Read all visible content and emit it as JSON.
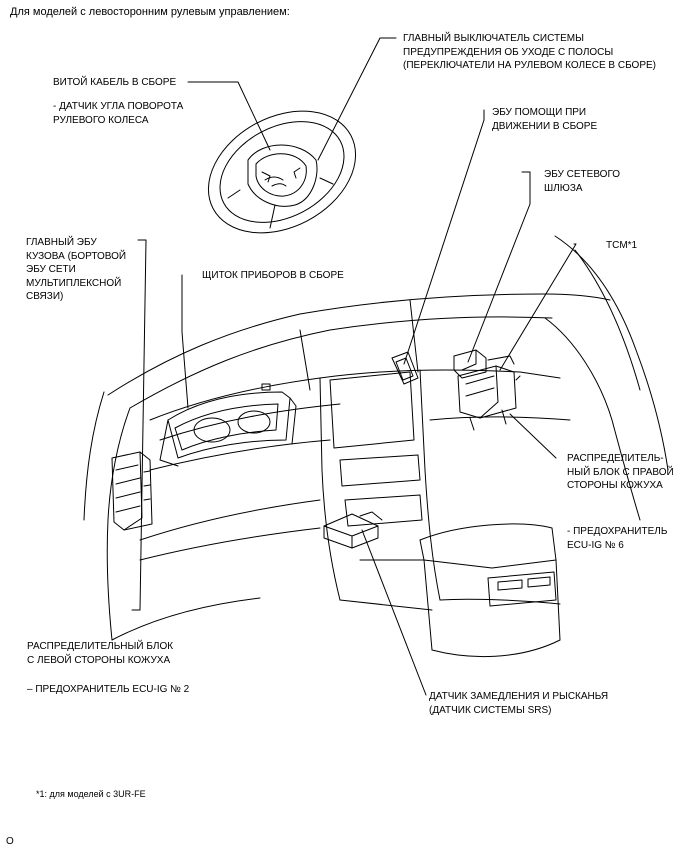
{
  "title": "Для моделей с левосторонним рулевым управлением:",
  "labels": {
    "lane_switch": "ГЛАВНЫЙ ВЫКЛЮЧАТЕЛЬ СИСТЕМЫ\nПРЕДУПРЕЖДЕНИЯ ОБ УХОДЕ С ПОЛОСЫ\n(ПЕРЕКЛЮЧАТЕЛИ НА РУЛЕВОМ КОЛЕСЕ В СБОРЕ)",
    "spiral_cable": "ВИТОЙ КАБЕЛЬ В СБОРЕ",
    "steering_sensor": "- ДАТЧИК УГЛА ПОВОРОТА\nРУЛЕВОГО КОЛЕСА",
    "driving_support_ecu": "ЭБУ ПОМОЩИ ПРИ\nДВИЖЕНИИ В СБОРЕ",
    "gateway_ecu": "ЭБУ СЕТЕВОГО\nШЛЮЗА",
    "tcm": "TCM*1",
    "main_body_ecu": "ГЛАВНЫЙ ЭБУ\nКУЗОВА (БОРТОВОЙ\nЭБУ СЕТИ\nМУЛЬТИПЛЕКСНОЙ\nСВЯЗИ)",
    "instrument_cluster": "ЩИТОК ПРИБОРОВ В СБОРЕ",
    "right_junction_block": "РАСПРЕДЕЛИТЕЛЬ-\nНЫЙ БЛОК С ПРАВОЙ\nСТОРОНЫ КОЖУХА",
    "fuse_right": "- ПРЕДОХРАНИТЕЛЬ\nECU-IG № 6",
    "left_junction_block": "РАСПРЕДЕЛИТЕЛЬНЫЙ БЛОК\nС ЛЕВОЙ СТОРОНЫ КОЖУХА",
    "fuse_left": "– ПРЕДОХРАНИТЕЛЬ ECU-IG № 2",
    "yaw_sensor": "ДАТЧИК ЗАМЕДЛЕНИЯ И РЫСКАНЬЯ\n(ДАТЧИК СИСТЕМЫ SRS)"
  },
  "footnote": "*1: для моделей с 3UR-FE",
  "code": "O"
}
